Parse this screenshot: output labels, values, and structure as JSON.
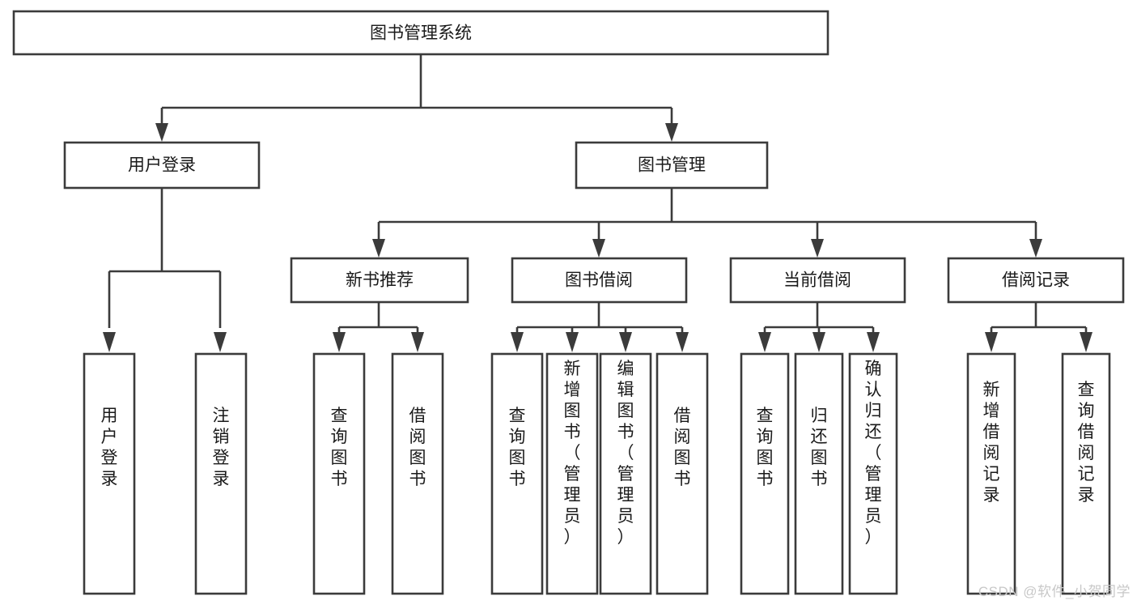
{
  "diagram": {
    "title": "图书管理系统",
    "type": "hierarchy-tree",
    "watermark": "CSDN @软件_小贺同学",
    "levels": {
      "root": {
        "label": "图书管理系统"
      },
      "level2": [
        {
          "label": "用户登录"
        },
        {
          "label": "图书管理"
        }
      ],
      "level3": [
        {
          "label": "新书推荐"
        },
        {
          "label": "图书借阅"
        },
        {
          "label": "当前借阅"
        },
        {
          "label": "借阅记录"
        }
      ],
      "leaves": [
        {
          "label": "用户登录",
          "parent": "用户登录"
        },
        {
          "label": "注销登录",
          "parent": "用户登录"
        },
        {
          "label": "查询图书",
          "parent": "新书推荐"
        },
        {
          "label": "借阅图书",
          "parent": "新书推荐"
        },
        {
          "label": "查询图书",
          "parent": "图书借阅"
        },
        {
          "label": "新增图书（管理员）",
          "parent": "图书借阅"
        },
        {
          "label": "编辑图书（管理员）",
          "parent": "图书借阅"
        },
        {
          "label": "借阅图书",
          "parent": "图书借阅"
        },
        {
          "label": "查询图书",
          "parent": "当前借阅"
        },
        {
          "label": "归还图书",
          "parent": "当前借阅"
        },
        {
          "label": "确认归还（管理员）",
          "parent": "当前借阅"
        },
        {
          "label": "新增借阅记录",
          "parent": "借阅记录"
        },
        {
          "label": "查询借阅记录",
          "parent": "借阅记录"
        }
      ]
    },
    "colors": {
      "stroke": "#3b3b3b",
      "fill": "#ffffff",
      "text": "#1a1a1a",
      "watermark": "#c8c8c8"
    }
  }
}
